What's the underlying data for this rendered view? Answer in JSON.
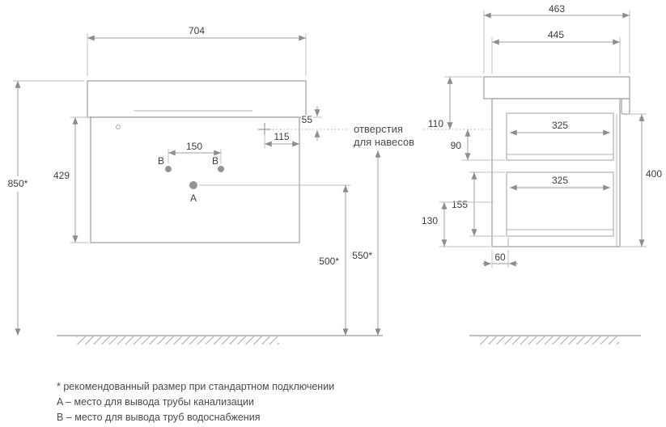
{
  "front_view": {
    "width": "704",
    "top_height": "55",
    "hanger_side_offset": "115",
    "b_hole_spacing": "150",
    "body_height": "429",
    "total_height": "850*",
    "drain_height": "500*",
    "hanger_height": "550*",
    "label_a": "A",
    "label_b_left": "B",
    "label_b_right": "B"
  },
  "side_view": {
    "depth_total": "463",
    "depth_body": "445",
    "hanger_top_offset": "110",
    "hanger_drop": "90",
    "drawer_top_depth": "325",
    "drawer_bottom_depth": "325",
    "height": "400",
    "drawer_bottom_height": "155",
    "bottom_offset": "130",
    "base_inset": "60"
  },
  "annotation": {
    "hanger_note_line1": "отверстия",
    "hanger_note_line2": "для навесов"
  },
  "footnotes": [
    "* рекомендованный размер при стандартном подключении",
    "A – место для вывода трубы канализации",
    "B – место для вывода труб водоснабжения"
  ]
}
